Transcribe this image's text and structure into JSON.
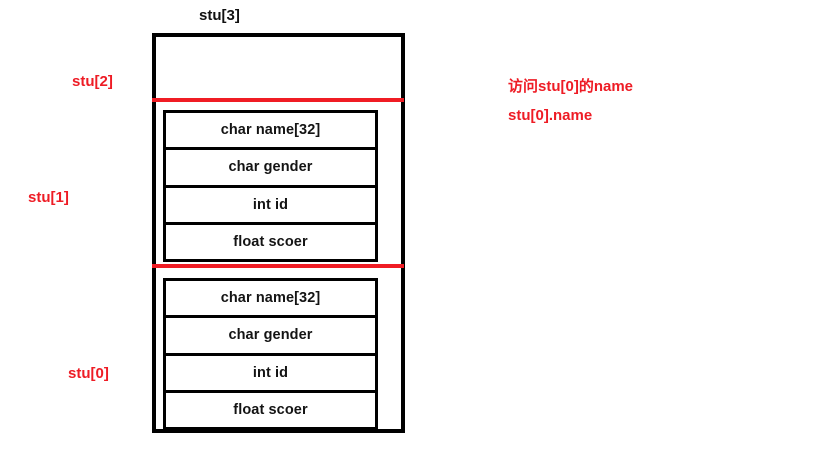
{
  "diagram": {
    "title_label": "stu[3]",
    "index_labels": [
      {
        "name": "stu-3",
        "text": "stu[3]",
        "color": "#111111"
      },
      {
        "name": "stu-2",
        "text": "stu[2]",
        "color": "#ee1c25"
      },
      {
        "name": "stu-1",
        "text": "stu[1]",
        "color": "#ee1c25"
      },
      {
        "name": "stu-0",
        "text": "stu[0]",
        "color": "#ee1c25"
      }
    ],
    "struct_fields": [
      "char name[32]",
      "char gender",
      "int id",
      "float scoer"
    ],
    "groups": [
      {
        "name": "struct-group-1",
        "index_label": "stu[1]"
      },
      {
        "name": "struct-group-0",
        "index_label": "stu[0]"
      }
    ],
    "annotation": {
      "line1": "访问stu[0]的name",
      "line2": "stu[0].name"
    },
    "colors": {
      "accent_red": "#ee1c25",
      "divider_red": "#f01c24",
      "outline_black": "#000000",
      "background": "#ffffff"
    }
  }
}
